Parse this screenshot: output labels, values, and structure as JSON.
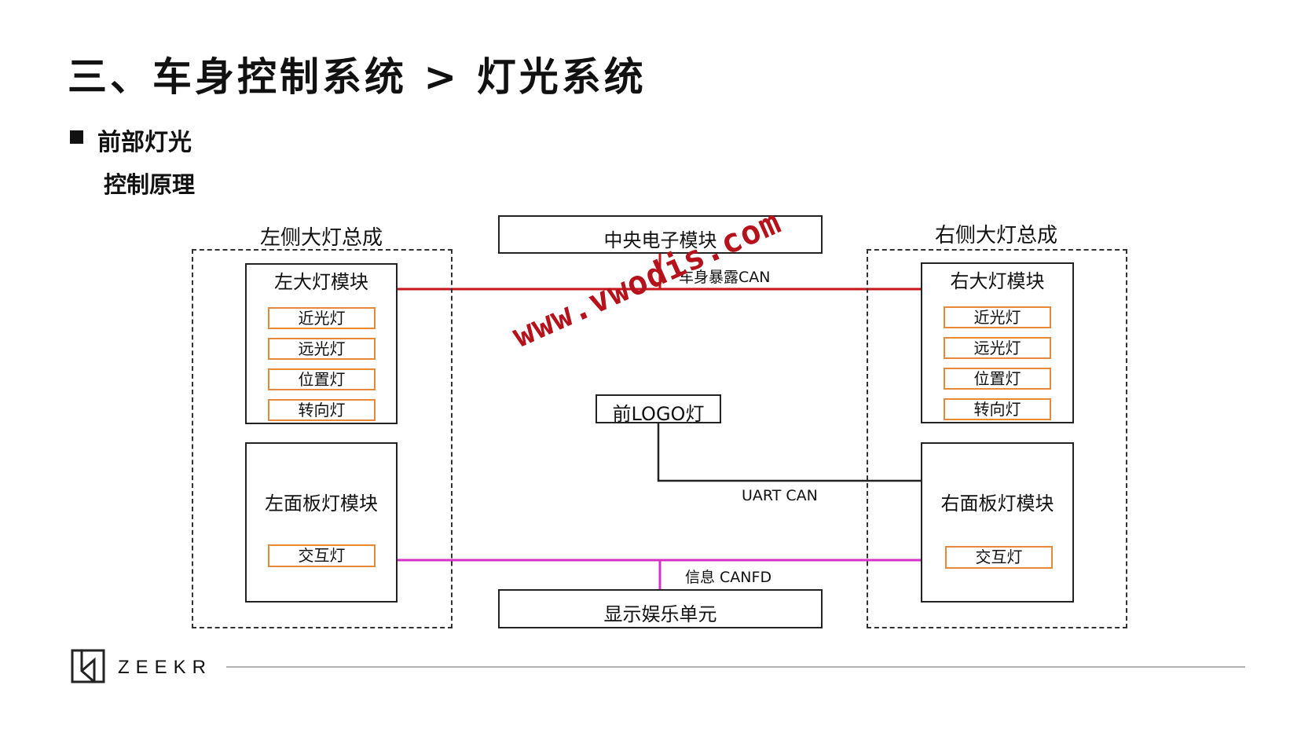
{
  "header": {
    "title": "三、车身控制系统 > 灯光系统",
    "section": "前部灯光",
    "subsection": "控制原理"
  },
  "diagram": {
    "left_assembly": {
      "title": "左侧大灯总成",
      "headlamp_module": {
        "title": "左大灯模块",
        "lamps": [
          "近光灯",
          "远光灯",
          "位置灯",
          "转向灯"
        ]
      },
      "panel_module": {
        "title": "左面板灯模块",
        "lamps": [
          "交互灯"
        ]
      }
    },
    "right_assembly": {
      "title": "右侧大灯总成",
      "headlamp_module": {
        "title": "右大灯模块",
        "lamps": [
          "近光灯",
          "远光灯",
          "位置灯",
          "转向灯"
        ]
      },
      "panel_module": {
        "title": "右面板灯模块",
        "lamps": [
          "交互灯"
        ]
      }
    },
    "central_module": "中央电子模块",
    "front_logo_lamp": "前LOGO灯",
    "infotainment_unit": "显示娱乐单元",
    "buses": {
      "body_can": "车身暴露CAN",
      "uart_can": "UART CAN",
      "info_canfd": "信息 CANFD"
    },
    "colors": {
      "body_can": "#c8161d",
      "info_canfd": "#d631c8",
      "lamp_border": "#e8893a"
    }
  },
  "watermark": "www.vwodis.com",
  "footer": {
    "brand": "ZEEKR"
  }
}
